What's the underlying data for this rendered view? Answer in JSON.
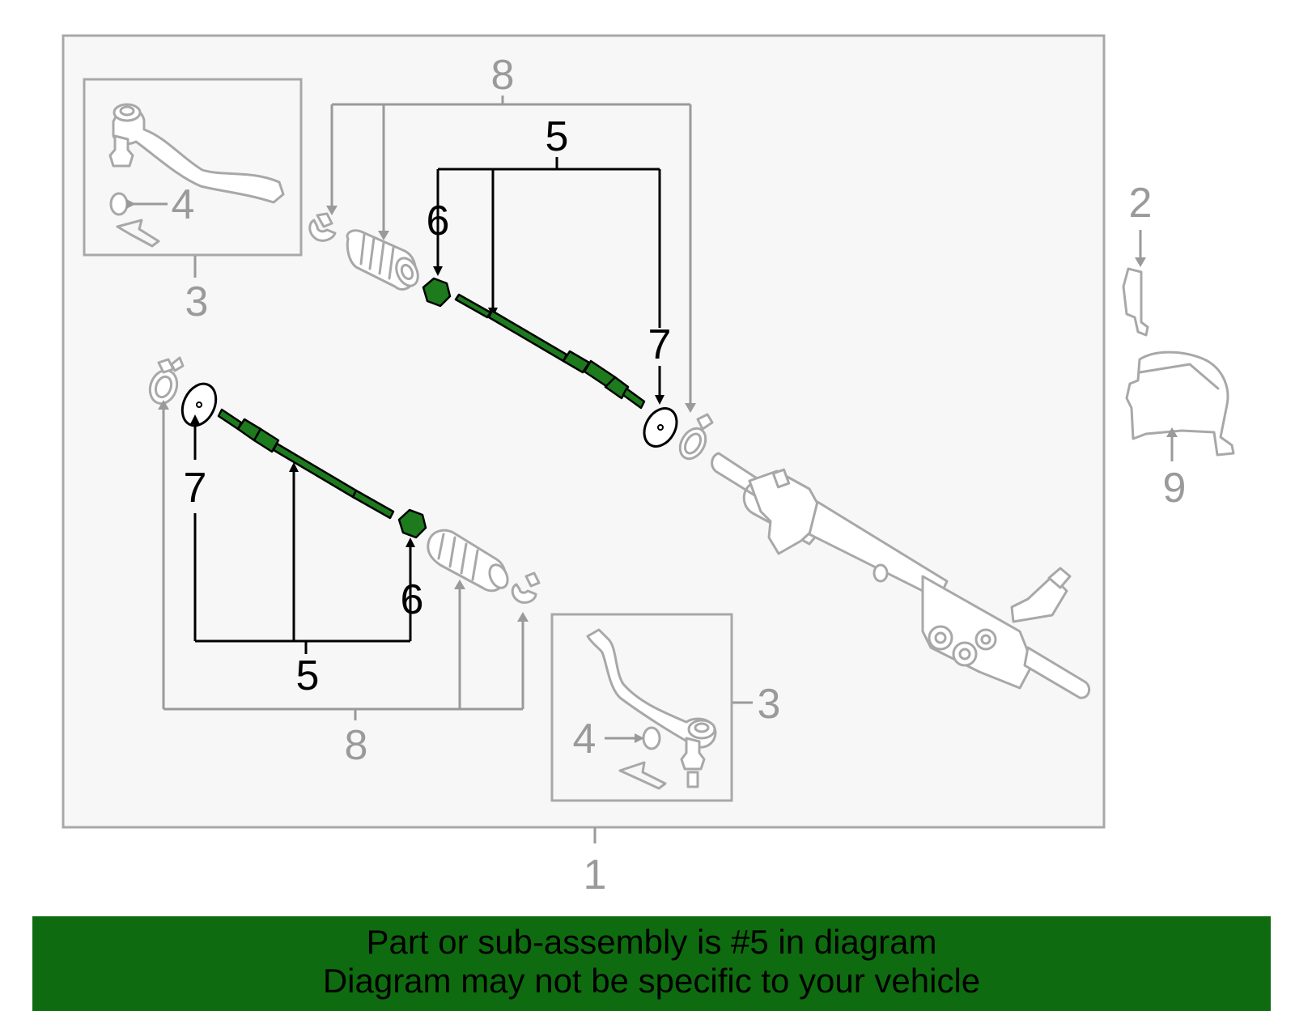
{
  "callouts": {
    "c1": "1",
    "c2": "2",
    "c3_top": "3",
    "c3_bottom": "3",
    "c4_top": "4",
    "c4_bottom": "4",
    "c5_top": "5",
    "c5_bottom": "5",
    "c6_top": "6",
    "c6_bottom": "6",
    "c7_top": "7",
    "c7_bottom": "7",
    "c8_top": "8",
    "c8_bottom": "8",
    "c9": "9"
  },
  "banner": {
    "line1": "Part or sub-assembly is #5 in diagram",
    "line2": "Diagram may not be specific to your vehicle"
  },
  "colors": {
    "highlight": "#1d7a1d",
    "banner_bg": "#0f6b0f",
    "panel_bg": "#f7f7f7",
    "line_gray": "#a8a8a8"
  }
}
